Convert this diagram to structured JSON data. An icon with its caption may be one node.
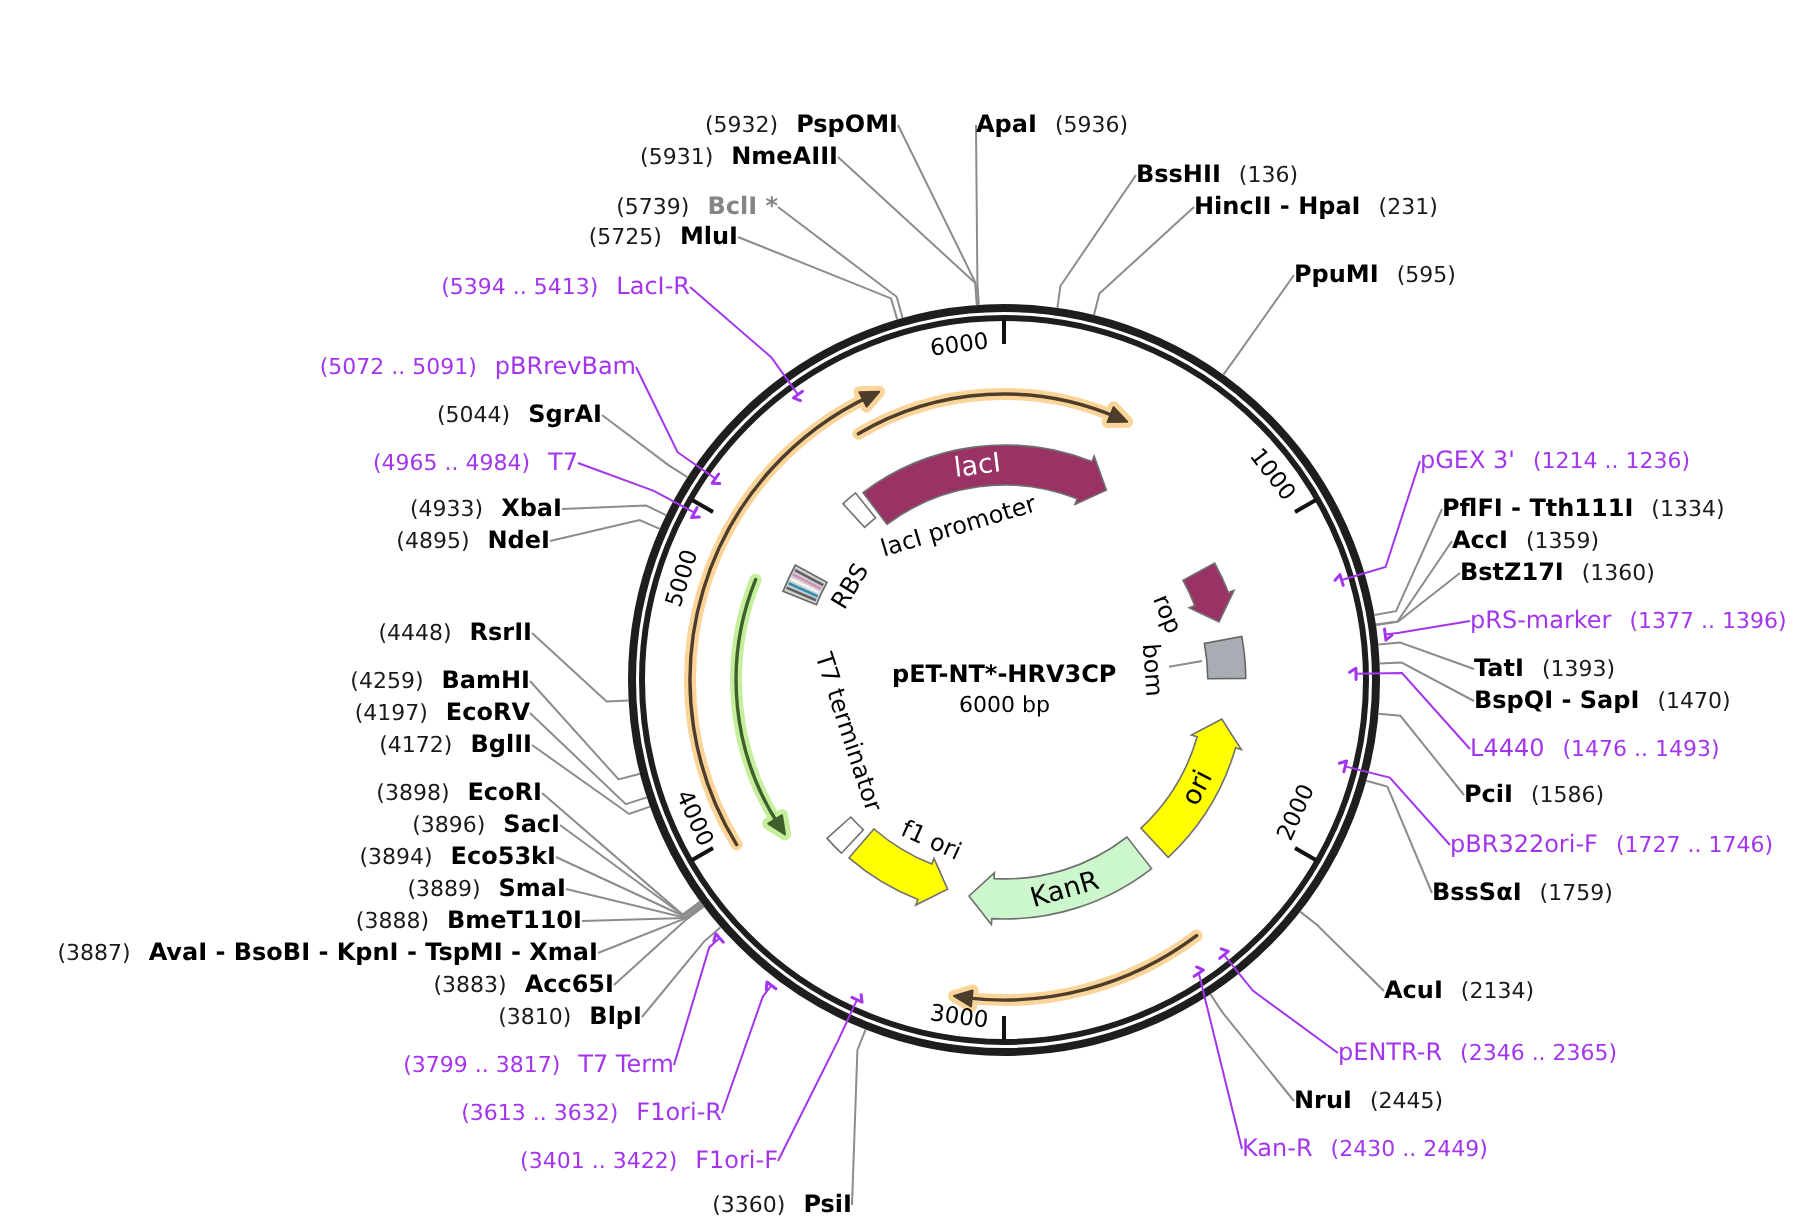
{
  "diagram": {
    "title": "pET-NT*-HRV3CP",
    "nodes": [
      {
        "text": [
          "(5932)",
          "PspOMI"
        ]
      },
      {
        "text": [
          "ApaI",
          "(5936)"
        ]
      },
      {
        "text": [
          "(5931)",
          "NmeAIII"
        ]
      },
      {
        "text": [
          "BssHII",
          "(136)"
        ]
      },
      {
        "text": [
          "(5739)",
          "BclI *"
        ]
      },
      {
        "text": [
          "HincII - HpaI",
          "(231)"
        ]
      },
      {
        "text": [
          "(5725)",
          "MluI"
        ]
      },
      {
        "text": [
          "PpuMI",
          "(595)"
        ]
      },
      {
        "text": [
          "(5394 .. 5413)",
          "LacI-R"
        ]
      },
      {
        "text": [
          "(5072 .. 5091)",
          "pBRrevBam"
        ]
      },
      {
        "text": [
          "(5044)",
          "SgrAI"
        ]
      },
      {
        "text": [
          "pGEX 3'",
          "(1214 .. 1236)"
        ]
      },
      {
        "text": [
          "(4965 .. 4984)",
          "T7"
        ]
      },
      {
        "text": [
          "(4933)",
          "XbaI"
        ]
      },
      {
        "text": [
          "PflFI - Tth111I",
          "(1334)"
        ]
      },
      {
        "text": [
          "(4895)",
          "NdeI"
        ]
      },
      {
        "text": [
          "AccI",
          "(1359)"
        ]
      },
      {
        "text": [
          "BstZ17I",
          "(1360)"
        ]
      },
      {
        "text": [
          "pRS-marker",
          "(1377 .. 1396)"
        ]
      },
      {
        "text": [
          "(4448)",
          "RsrII"
        ]
      },
      {
        "text": [
          "TatI",
          "(1393)"
        ]
      },
      {
        "text": [
          "(4259)",
          "BamHI"
        ]
      },
      {
        "text": [
          "BspQI - SapI",
          "(1470)"
        ]
      },
      {
        "text": [
          "(4197)",
          "EcoRV"
        ]
      },
      {
        "text": [
          "(4172)",
          "BglII"
        ]
      },
      {
        "text": [
          "L4440",
          "(1476 .. 1493)"
        ]
      },
      {
        "text": [
          "(3898)",
          "EcoRI"
        ]
      },
      {
        "text": [
          "PciI",
          "(1586)"
        ]
      },
      {
        "text": [
          "(3896)",
          "SacI"
        ]
      },
      {
        "text": [
          "pBR322ori-F",
          "(1727 .. 1746)"
        ]
      },
      {
        "text": [
          "(3894)",
          "Eco53kI"
        ]
      },
      {
        "text": [
          "(3889)",
          "SmaI"
        ]
      },
      {
        "text": [
          "BssSαI",
          "(1759)"
        ]
      },
      {
        "text": [
          "(3888)",
          "BmeT110I"
        ]
      },
      {
        "text": [
          "(3887)",
          "AvaI - BsoBI - KpnI - TspMI - XmaI"
        ]
      },
      {
        "text": [
          "(3883)",
          "Acc65I"
        ]
      },
      {
        "text": [
          "AcuI",
          "(2134)"
        ]
      },
      {
        "text": [
          "(3810)",
          "BlpI"
        ]
      },
      {
        "text": [
          "pENTR-R",
          "(2346 .. 2365)"
        ]
      },
      {
        "text": [
          "(3799 .. 3817)",
          "T7 Term"
        ]
      },
      {
        "text": [
          "NruI",
          "(2445)"
        ]
      },
      {
        "text": [
          "(3613 .. 3632)",
          "F1ori-R"
        ]
      },
      {
        "text": [
          "Kan-R",
          "(2430 .. 2449)"
        ]
      },
      {
        "text": [
          "(3401 .. 3422)",
          "F1ori-F"
        ]
      },
      {
        "text": [
          "(3360)",
          "PsiI"
        ]
      },
      {
        "text": [
          "lacI"
        ]
      },
      {
        "text": [
          "lacI promoter"
        ]
      },
      {
        "text": [
          "RBS"
        ]
      },
      {
        "text": [
          "rop"
        ]
      },
      {
        "text": [
          "bom"
        ]
      },
      {
        "text": [],
        "shape": "box"
      },
      {
        "text": [
          "T7 terminator"
        ]
      },
      {
        "text": [
          "ori"
        ]
      },
      {
        "text": [
          "f1 ori"
        ]
      },
      {
        "text": [
          "KanR"
        ]
      }
    ],
    "edges": [
      {
        "from": 0,
        "to": null,
        "arrow": "none"
      },
      {
        "from": 1,
        "to": null,
        "arrow": "none"
      },
      {
        "from": 2,
        "to": null,
        "arrow": "none"
      },
      {
        "from": 3,
        "to": null,
        "arrow": "none"
      },
      {
        "from": 4,
        "to": null,
        "arrow": "none"
      },
      {
        "from": 5,
        "to": null,
        "arrow": "none"
      },
      {
        "from": 6,
        "to": null,
        "arrow": "none"
      },
      {
        "from": 7,
        "to": null,
        "arrow": "none"
      },
      {
        "from": 8,
        "to": null,
        "arrow": "to",
        "color": "#a335ee"
      },
      {
        "from": 9,
        "to": null,
        "arrow": "to",
        "color": "#a335ee"
      },
      {
        "from": 10,
        "to": null,
        "arrow": "none"
      },
      {
        "from": 11,
        "to": null,
        "arrow": "to",
        "color": "#a335ee"
      },
      {
        "from": 12,
        "to": null,
        "arrow": "to",
        "color": "#a335ee"
      },
      {
        "from": 13,
        "to": null,
        "arrow": "none"
      },
      {
        "from": 14,
        "to": null,
        "arrow": "none"
      },
      {
        "from": 15,
        "to": null,
        "arrow": "none"
      },
      {
        "from": 16,
        "to": null,
        "arrow": "none"
      },
      {
        "from": 17,
        "to": null,
        "arrow": "none"
      },
      {
        "from": 18,
        "to": null,
        "arrow": "to",
        "color": "#a335ee"
      },
      {
        "from": 19,
        "to": null,
        "arrow": "none"
      },
      {
        "from": 20,
        "to": null,
        "arrow": "none"
      },
      {
        "from": 21,
        "to": null,
        "arrow": "none"
      },
      {
        "from": 22,
        "to": null,
        "arrow": "none"
      },
      {
        "from": 23,
        "to": null,
        "arrow": "none"
      },
      {
        "from": 24,
        "to": null,
        "arrow": "none"
      },
      {
        "from": 25,
        "to": null,
        "arrow": "to",
        "color": "#a335ee"
      },
      {
        "from": 26,
        "to": null,
        "arrow": "none"
      },
      {
        "from": 27,
        "to": null,
        "arrow": "none"
      },
      {
        "from": 28,
        "to": null,
        "arrow": "none"
      },
      {
        "from": 29,
        "to": null,
        "arrow": "to",
        "color": "#a335ee"
      },
      {
        "from": 30,
        "to": null,
        "arrow": "none"
      },
      {
        "from": 31,
        "to": null,
        "arrow": "none"
      },
      {
        "from": 32,
        "to": null,
        "arrow": "none"
      },
      {
        "from": 33,
        "to": null,
        "arrow": "none"
      },
      {
        "from": 34,
        "to": null,
        "arrow": "none"
      },
      {
        "from": 35,
        "to": null,
        "arrow": "none"
      },
      {
        "from": 36,
        "to": null,
        "arrow": "none"
      },
      {
        "from": 37,
        "to": null,
        "arrow": "none"
      },
      {
        "from": 38,
        "to": null,
        "arrow": "to",
        "color": "#a335ee"
      },
      {
        "from": 39,
        "to": null,
        "arrow": "to",
        "color": "#a335ee"
      },
      {
        "from": 40,
        "to": null,
        "arrow": "none"
      },
      {
        "from": 41,
        "to": null,
        "arrow": "to",
        "color": "#a335ee"
      },
      {
        "from": 42,
        "to": null,
        "arrow": "to",
        "color": "#a335ee"
      },
      {
        "from": 43,
        "to": null,
        "arrow": "to",
        "color": "#a335ee"
      },
      {
        "from": 44,
        "to": null,
        "arrow": "none"
      },
      {
        "from": 49,
        "to": 50,
        "arrow": "none"
      }
    ],
    "labels": [
      "6000",
      "1000",
      "2000",
      "3000",
      "4000",
      "5000",
      "6000 bp"
    ]
  }
}
